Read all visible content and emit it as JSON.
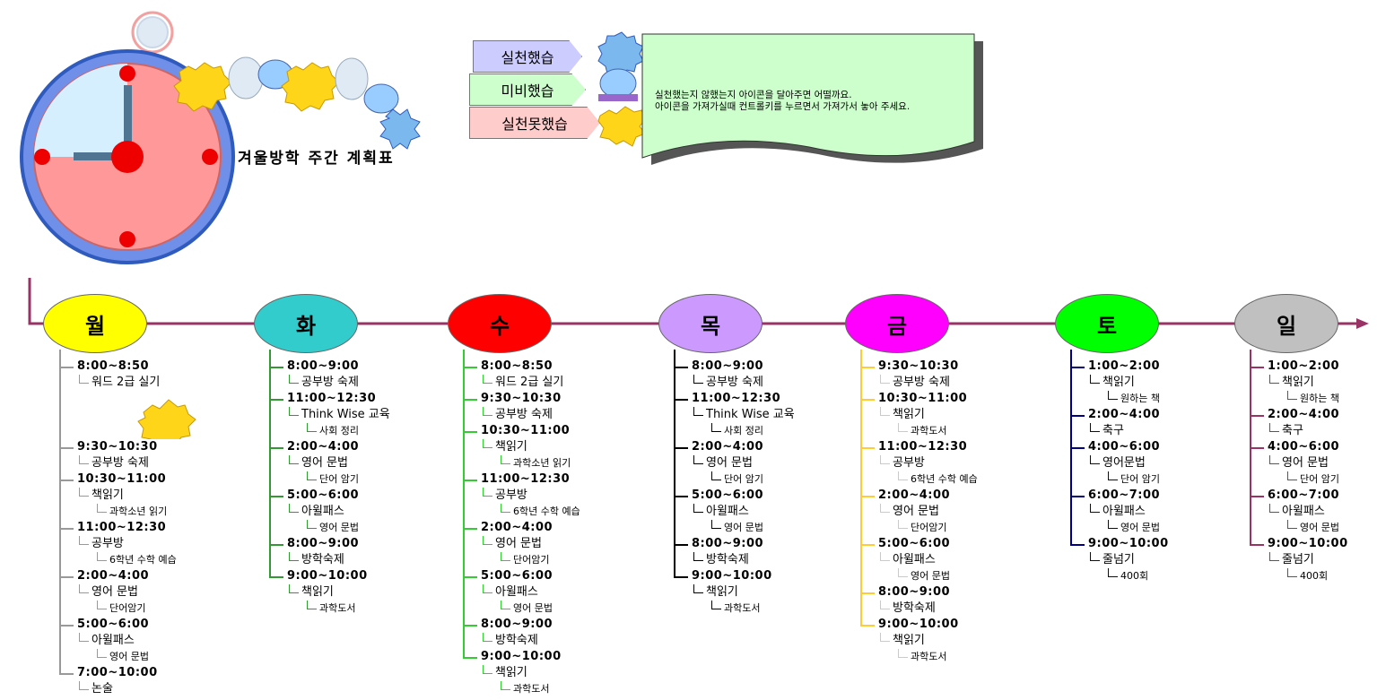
{
  "title": "겨울방학 주간 계획표",
  "legend": {
    "done": "실천했습",
    "partial": "미비했습",
    "not_done": "실천못했습",
    "note_line1": "실천했는지 않했는지 아이콘을 달아주면 어떨까요.",
    "note_line2": "아이콘을 가져가실때 컨트롤키를 누르면서 가져가서 놓아 주세요."
  },
  "colors": {
    "mon": "#ffff00",
    "tue": "#33cccc",
    "wed": "#ff0000",
    "thu": "#cc99ff",
    "fri": "#ff00ff",
    "sat": "#00ff00",
    "sun": "#c0c0c0",
    "timeline": "#993366"
  },
  "days": [
    {
      "name": "월",
      "line": "#999999",
      "items": [
        {
          "time": "8:00~8:50",
          "activity": "워드 2급 실기",
          "detail": ""
        },
        {
          "time": "9:30~10:30",
          "activity": "공부방 숙제",
          "detail": ""
        },
        {
          "time": "10:30~11:00",
          "activity": "책읽기",
          "detail": "과학소년 읽기"
        },
        {
          "time": "11:00~12:30",
          "activity": "공부방",
          "detail": "6학년 수학 예습"
        },
        {
          "time": "2:00~4:00",
          "activity": "영어 문법",
          "detail": "단어암기"
        },
        {
          "time": "5:00~6:00",
          "activity": "아윌패스",
          "detail": "영어 문법"
        },
        {
          "time": "7:00~10:00",
          "activity": "논술",
          "detail": ""
        }
      ]
    },
    {
      "name": "화",
      "line": "#339933",
      "items": [
        {
          "time": "8:00~9:00",
          "activity": "공부방 숙제",
          "detail": ""
        },
        {
          "time": "11:00~12:30",
          "activity": "Think Wise 교육",
          "detail": "사회 정리"
        },
        {
          "time": "2:00~4:00",
          "activity": "영어 문법",
          "detail": "단어 암기"
        },
        {
          "time": "5:00~6:00",
          "activity": "아윌패스",
          "detail": "영어 문법"
        },
        {
          "time": "8:00~9:00",
          "activity": "방학숙제",
          "detail": ""
        },
        {
          "time": "9:00~10:00",
          "activity": "책읽기",
          "detail": "과학도서"
        }
      ]
    },
    {
      "name": "수",
      "line": "#33cc33",
      "items": [
        {
          "time": "8:00~8:50",
          "activity": "워드 2급 실기",
          "detail": ""
        },
        {
          "time": "9:30~10:30",
          "activity": "공부방 숙제",
          "detail": ""
        },
        {
          "time": "10:30~11:00",
          "activity": "책읽기",
          "detail": "과학소년 읽기"
        },
        {
          "time": "11:00~12:30",
          "activity": "공부방",
          "detail": "6학년 수학 예습"
        },
        {
          "time": "2:00~4:00",
          "activity": "영어 문법",
          "detail": "단어암기"
        },
        {
          "time": "5:00~6:00",
          "activity": "아윌패스",
          "detail": "영어 문법"
        },
        {
          "time": "8:00~9:00",
          "activity": "방학숙제",
          "detail": ""
        },
        {
          "time": "9:00~10:00",
          "activity": "책읽기",
          "detail": "과학도서"
        }
      ]
    },
    {
      "name": "목",
      "line": "#000000",
      "items": [
        {
          "time": "8:00~9:00",
          "activity": "공부방 숙제",
          "detail": ""
        },
        {
          "time": "11:00~12:30",
          "activity": "Think Wise 교육",
          "detail": "사회 정리"
        },
        {
          "time": "2:00~4:00",
          "activity": "영어 문법",
          "detail": "단어 암기"
        },
        {
          "time": "5:00~6:00",
          "activity": "아윌패스",
          "detail": "영어 문법"
        },
        {
          "time": "8:00~9:00",
          "activity": "방학숙제",
          "detail": ""
        },
        {
          "time": "9:00~10:00",
          "activity": "책읽기",
          "detail": "과학도서"
        }
      ]
    },
    {
      "name": "금",
      "line": "#ffcc33",
      "items": [
        {
          "time": "9:30~10:30",
          "activity": "공부방 숙제",
          "detail": ""
        },
        {
          "time": "10:30~11:00",
          "activity": "책읽기",
          "detail": "과학도서"
        },
        {
          "time": "11:00~12:30",
          "activity": "공부방",
          "detail": "6학년 수학 예습"
        },
        {
          "time": "2:00~4:00",
          "activity": "영어 문법",
          "detail": "단어암기"
        },
        {
          "time": "5:00~6:00",
          "activity": "아윌패스",
          "detail": "영어 문법"
        },
        {
          "time": "8:00~9:00",
          "activity": "방학숙제",
          "detail": ""
        },
        {
          "time": "9:00~10:00",
          "activity": "책읽기",
          "detail": "과학도서"
        }
      ]
    },
    {
      "name": "토",
      "line": "#000080",
      "items": [
        {
          "time": "1:00~2:00",
          "activity": "책읽기",
          "detail": "원하는 책"
        },
        {
          "time": "2:00~4:00",
          "activity": "축구",
          "detail": ""
        },
        {
          "time": "4:00~6:00",
          "activity": "영어문법",
          "detail": "단어 암기"
        },
        {
          "time": "6:00~7:00",
          "activity": "아윌패스",
          "detail": "영어 문법"
        },
        {
          "time": "9:00~10:00",
          "activity": "줄넘기",
          "detail": "400회"
        }
      ]
    },
    {
      "name": "일",
      "line": "#993366",
      "items": [
        {
          "time": "1:00~2:00",
          "activity": "책읽기",
          "detail": "원하는 책"
        },
        {
          "time": "2:00~4:00",
          "activity": "축구",
          "detail": ""
        },
        {
          "time": "4:00~6:00",
          "activity": "영어 문법",
          "detail": "단어 암기"
        },
        {
          "time": "6:00~7:00",
          "activity": "아윌패스",
          "detail": "영어 문법"
        },
        {
          "time": "9:00~10:00",
          "activity": "줄넘기",
          "detail": "400회"
        }
      ]
    }
  ]
}
